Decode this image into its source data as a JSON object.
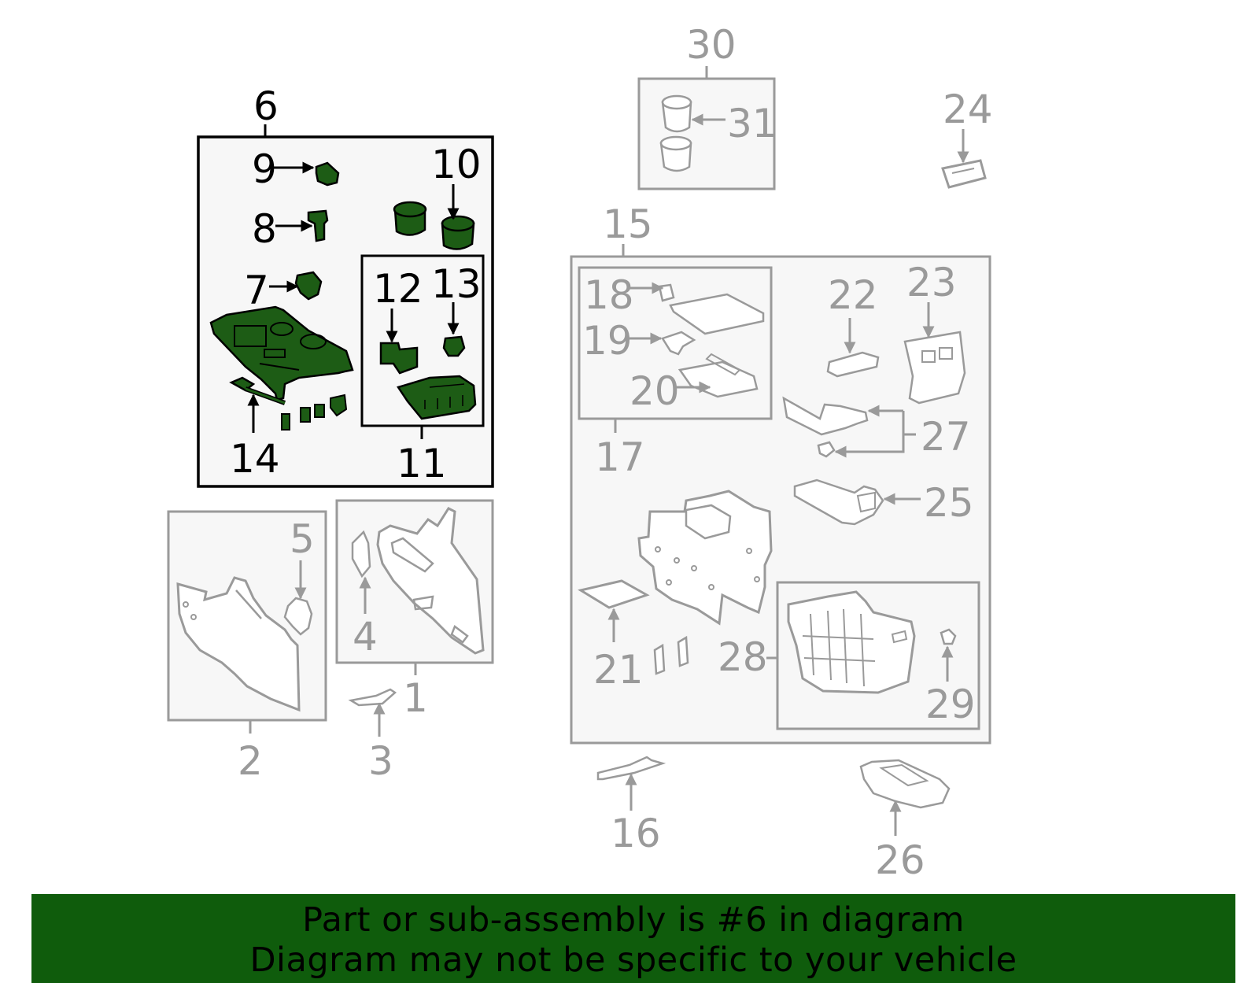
{
  "colors": {
    "highlight_fill": "#1d5c15",
    "highlight_stroke": "#000000",
    "muted_stroke": "#9a9a9a",
    "panel_fill": "#f7f7f7",
    "banner_bg": "#0f5c0c",
    "banner_text": "#000000"
  },
  "highlighted_part": "6",
  "callouts": {
    "c1": "1",
    "c2": "2",
    "c3": "3",
    "c4": "4",
    "c5": "5",
    "c6": "6",
    "c7": "7",
    "c8": "8",
    "c9": "9",
    "c10": "10",
    "c11": "11",
    "c12": "12",
    "c13": "13",
    "c14": "14",
    "c15": "15",
    "c16": "16",
    "c17": "17",
    "c18": "18",
    "c19": "19",
    "c20": "20",
    "c21": "21",
    "c22": "22",
    "c23": "23",
    "c24": "24",
    "c25": "25",
    "c26": "26",
    "c27": "27",
    "c28": "28",
    "c29": "29",
    "c30": "30",
    "c31": "31"
  },
  "banner": {
    "line1": "Part or sub-assembly is #6 in diagram",
    "line2": "Diagram may not be specific to your vehicle"
  }
}
